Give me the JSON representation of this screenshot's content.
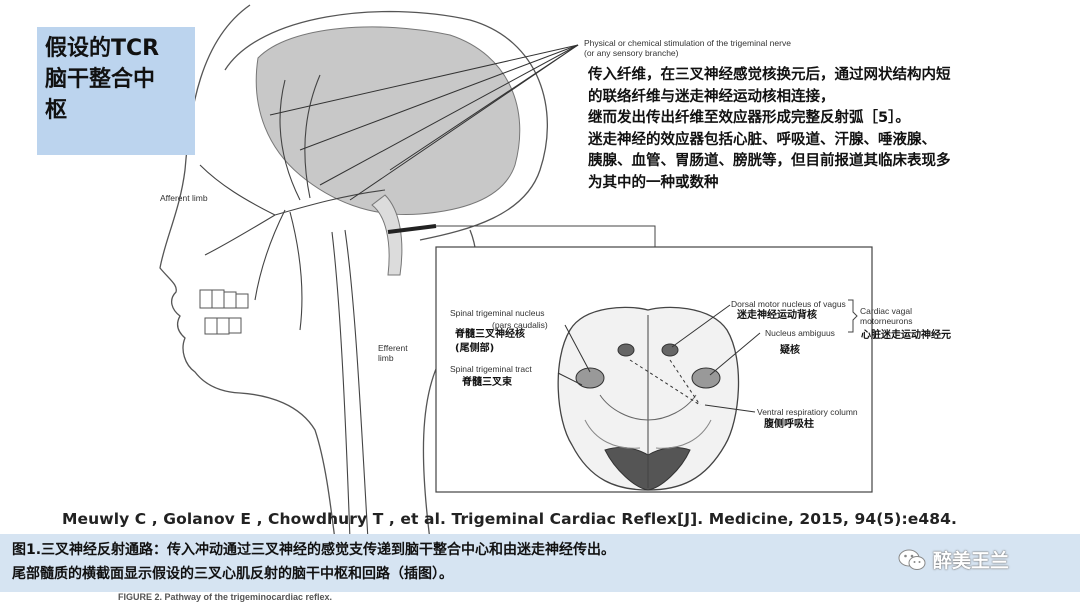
{
  "title_box": {
    "text": "假设的TCR\n脑干整合中\n枢"
  },
  "stimulation_label": {
    "line1": "Physical or chemical stimulation  of the trigeminal nerve",
    "line2": "(or any sensory branche)"
  },
  "explanation": "传入纤维，在三叉神经感觉核换元后，通过网状结构内短\n的联络纤维与迷走神经运动核相连接，\n继而发出传出纤维至效应器形成完整反射弧［5］。\n迷走神经的效应器包括心脏、呼吸道、汗腺、唾液腺、\n胰腺、血管、胃肠道、膀胱等，但目前报道其临床表现多\n为其中的一种或数种",
  "labels": {
    "afferent": "Afferent limb",
    "efferent_1": "Efferent",
    "efferent_2": "limb",
    "spinal_nucleus": "Spinal trigeminal nucleus",
    "pars_caudalis": "(pars caudalis)",
    "spinal_nucleus_cn_1": "脊髓三叉神经核",
    "spinal_nucleus_cn_2": "(尾侧部)",
    "spinal_tract": "Spinal trigeminal tract",
    "spinal_tract_cn": "脊髓三叉束",
    "dorsal_motor": "Dorsal motor nucleus of vagus",
    "dorsal_motor_cn": "迷走神经运动背核",
    "nucleus_ambiguus": "Nucleus ambiguus",
    "nucleus_ambiguus_cn": "疑核",
    "cardiac_vagal_1": "Cardiac vagal",
    "cardiac_vagal_2": "motorneurons",
    "cardiac_vagal_cn": "心脏迷走运动神经元",
    "ventral_resp": "Ventral respiratiory column",
    "ventral_resp_cn": "腹侧呼吸柱"
  },
  "reference": "Meuwly C , Golanov E , Chowdhury T , et al. Trigeminal Cardiac Reflex[J]. Medicine, 2015, 94(5):e484.",
  "caption": "图1.三叉神经反射通路：传入冲动通过三叉神经的感觉支传递到脑干整合中心和由迷走神经传出。\n尾部髓质的横截面显示假设的三叉心肌反射的脑干中枢和回路（插图）。",
  "figure_caption": "FIGURE 2.  Pathway of the trigeminocardiac reflex.",
  "watermark": {
    "text": "醉美王兰",
    "icon": "wechat-icon"
  },
  "colors": {
    "title_box_bg": "#bcd4ee",
    "caption_bar_bg": "#d6e4f2",
    "brain_shade": "#c8c8c8",
    "medulla_dark": "#555555"
  }
}
